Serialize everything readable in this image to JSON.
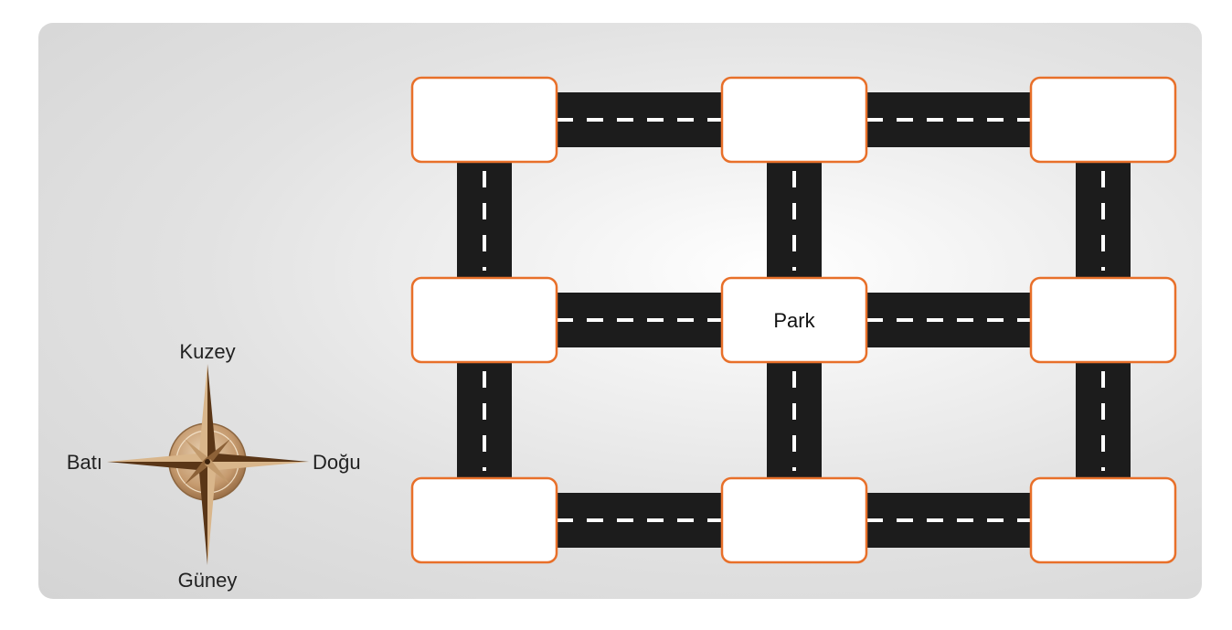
{
  "compass": {
    "north": "Kuzey",
    "south": "Güney",
    "west": "Batı",
    "east": "Doğu"
  },
  "grid": {
    "rows": 3,
    "cols": 3,
    "blocks": [
      [
        "",
        "",
        ""
      ],
      [
        "",
        "Park",
        ""
      ],
      [
        "",
        "",
        ""
      ]
    ]
  },
  "colors": {
    "road": "#1c1c1c",
    "lane_marking": "#ffffff",
    "block_border": "#e8702a",
    "block_fill": "#ffffff",
    "compass_gold": "#b08050",
    "compass_ring": "#c9a27a"
  }
}
